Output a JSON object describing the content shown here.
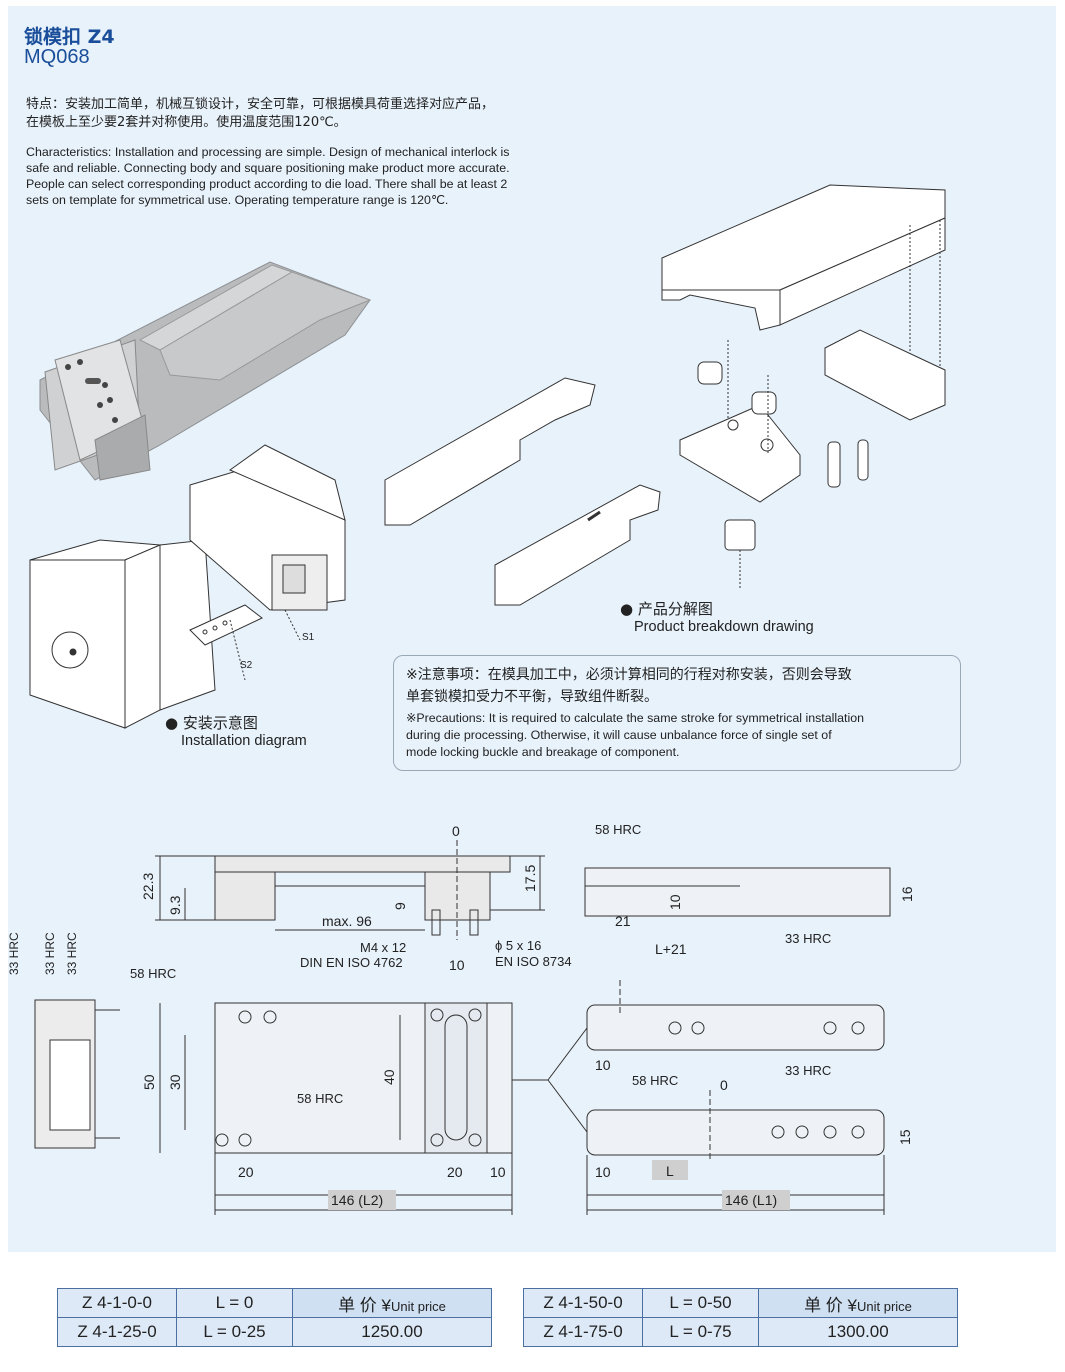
{
  "header": {
    "title_cn": "锁模扣 Z4",
    "model": "MQ068"
  },
  "features": {
    "cn_line1": "特点：安装加工简单，机械互锁设计，安全可靠，可根据模具荷重选择对应产品，",
    "cn_line2": "在模板上至少要2套并对称使用。使用温度范围120℃。",
    "en_line1": "Characteristics: Installation and processing are simple. Design of mechanical interlock is",
    "en_line2": "safe and reliable. Connecting body and square positioning make product more accurate.",
    "en_line3": "People can select corresponding product according to die load. There shall be at least 2",
    "en_line4": "sets on template for symmetrical use. Operating temperature range is 120℃."
  },
  "captions": {
    "breakdown_cn": "产品分解图",
    "breakdown_en": "Product breakdown drawing",
    "install_cn": "安装示意图",
    "install_en": "Installation diagram",
    "s1": "S1",
    "s2": "S2"
  },
  "precautions": {
    "cn_line1": "※注意事项：在模具加工中，必须计算相同的行程对称安装，否则会导致",
    "cn_line2": "单套锁模扣受力不平衡，导致组件断裂。",
    "en_line1": "※Precautions: It is required to calculate the same stroke for symmetrical installation",
    "en_line2": "during die processing. Otherwise, it will cause unbalance force of single set of",
    "en_line3": "mode locking buckle and breakage of component."
  },
  "dimensions": {
    "zero": "0",
    "hrc58": "58 HRC",
    "hrc33": "33 HRC",
    "d22_3": "22.3",
    "d9_3": "9.3",
    "d9": "9",
    "d17_5": "17.5",
    "max96": "max. 96",
    "screw1": "M4 x 12",
    "screw1_std": "DIN EN ISO 4762",
    "pin": "ϕ 5 x 16",
    "pin_std": "EN ISO 8734",
    "d16": "16",
    "d10": "10",
    "d21": "21",
    "l21": "L+21",
    "d50": "50",
    "d30": "30",
    "d40": "40",
    "d20": "20",
    "d146_l2": "146 (L2)",
    "d146_l1": "146 (L1)",
    "d15": "15",
    "L": "L"
  },
  "price_table_left": {
    "rows": [
      {
        "code": "Z 4-1-0-0",
        "length": "L = 0"
      },
      {
        "code": "Z 4-1-25-0",
        "length": "L = 0-25"
      }
    ],
    "price_label_cn": "单 价",
    "price_label_sym": "¥",
    "price_label_en": "Unit price",
    "price": "1250.00"
  },
  "price_table_right": {
    "rows": [
      {
        "code": "Z 4-1-50-0",
        "length": "L = 0-50"
      },
      {
        "code": "Z 4-1-75-0",
        "length": "L = 0-75"
      }
    ],
    "price_label_cn": "单 价",
    "price_label_sym": "¥",
    "price_label_en": "Unit price",
    "price": "1300.00"
  }
}
